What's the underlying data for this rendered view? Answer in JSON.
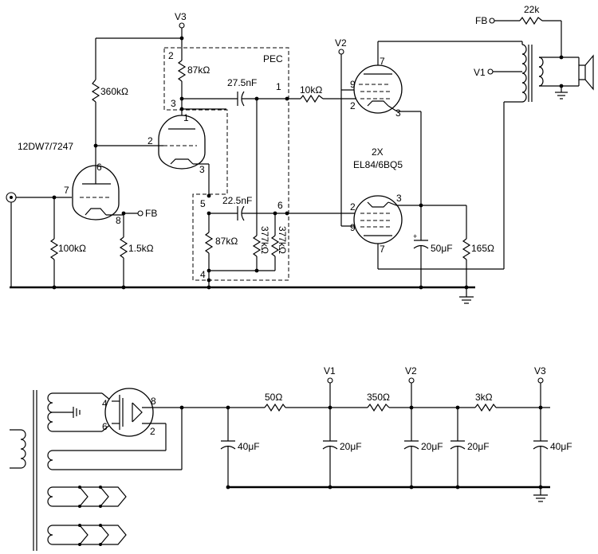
{
  "labels": {
    "v3_top": "V3",
    "v2_top": "V2",
    "fb_top": "FB",
    "r_fb": "22k",
    "v1_top": "V1",
    "pec": "PEC",
    "r_87k_top": "87kΩ",
    "r_360k": "360kΩ",
    "c_27n": "27.5nF",
    "r_10k": "10kΩ",
    "tube_12dw7": "12DW7/7247",
    "out_qty": "2X",
    "out_type": "EL84/6BQ5",
    "c_22n": "22.5nF",
    "fb_mid": "FB",
    "r_100k": "100kΩ",
    "r_1k5": "1.5kΩ",
    "r_87k_bot": "87kΩ",
    "r_377k_a": "377kΩ",
    "r_377k_b": "377kΩ",
    "c_50u": "50μF",
    "r_165": "165Ω",
    "r_50": "50Ω",
    "r_350": "350Ω",
    "r_3k": "3kΩ",
    "v1_ps": "V1",
    "v2_ps": "V2",
    "v3_ps": "V3",
    "c_40u_a": "40μF",
    "c_20u_a": "20μF",
    "c_20u_b": "20μF",
    "c_20u_c": "20μF",
    "c_40u_b": "40μF"
  },
  "pins": {
    "p2a": "2",
    "p3a": "3",
    "p1a": "1",
    "p2b": "2",
    "p3b": "3",
    "p6": "6",
    "p7a": "7",
    "p8a": "8",
    "p1c": "1",
    "p5": "5",
    "p6c": "6",
    "p4": "4",
    "o9a": "9",
    "o7a": "7",
    "o2a": "2",
    "o3a": "3",
    "o3b": "3",
    "o2b": "2",
    "o9b": "9",
    "o7b": "7",
    "r4": "4",
    "r8": "8",
    "r6": "6",
    "r2": "2"
  }
}
